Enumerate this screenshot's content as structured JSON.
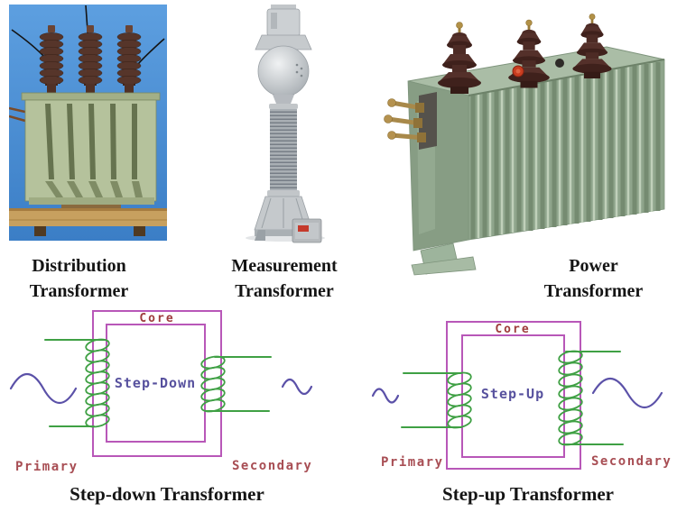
{
  "photos": {
    "distribution": {
      "caption_line1": "Distribution",
      "caption_line2": "Transformer"
    },
    "measurement": {
      "caption_line1": "Measurement",
      "caption_line2": "Transformer"
    },
    "power": {
      "caption_line1": "Power",
      "caption_line2": "Transformer"
    }
  },
  "diagrams": {
    "step_down": {
      "core_label": "Core",
      "device_label": "Step-Down",
      "primary_label": "Primary",
      "secondary_label": "Secondary",
      "caption": "Step-down Transformer"
    },
    "step_up": {
      "core_label": "Core",
      "device_label": "Step-Up",
      "primary_label": "Primary",
      "secondary_label": "Secondary",
      "caption": "Step-up Transformer"
    }
  },
  "colors": {
    "core_outline": "#b857b8",
    "diagram_label_red": "#a84e54",
    "core_label_red": "#9e3c3c",
    "coil_green": "#3fa044",
    "wave_blue": "#5b51a8",
    "caption_text": "#141414",
    "sky_blue": "#4a8ed2",
    "distribution_tank_green": "#b5c29c",
    "power_tank_green": "#9db49c",
    "bushing_brown": "#4d2b25",
    "brass": "#ab8c4d",
    "metal_silver": "#c4c7ca",
    "wood_tan": "#c7a05f"
  }
}
